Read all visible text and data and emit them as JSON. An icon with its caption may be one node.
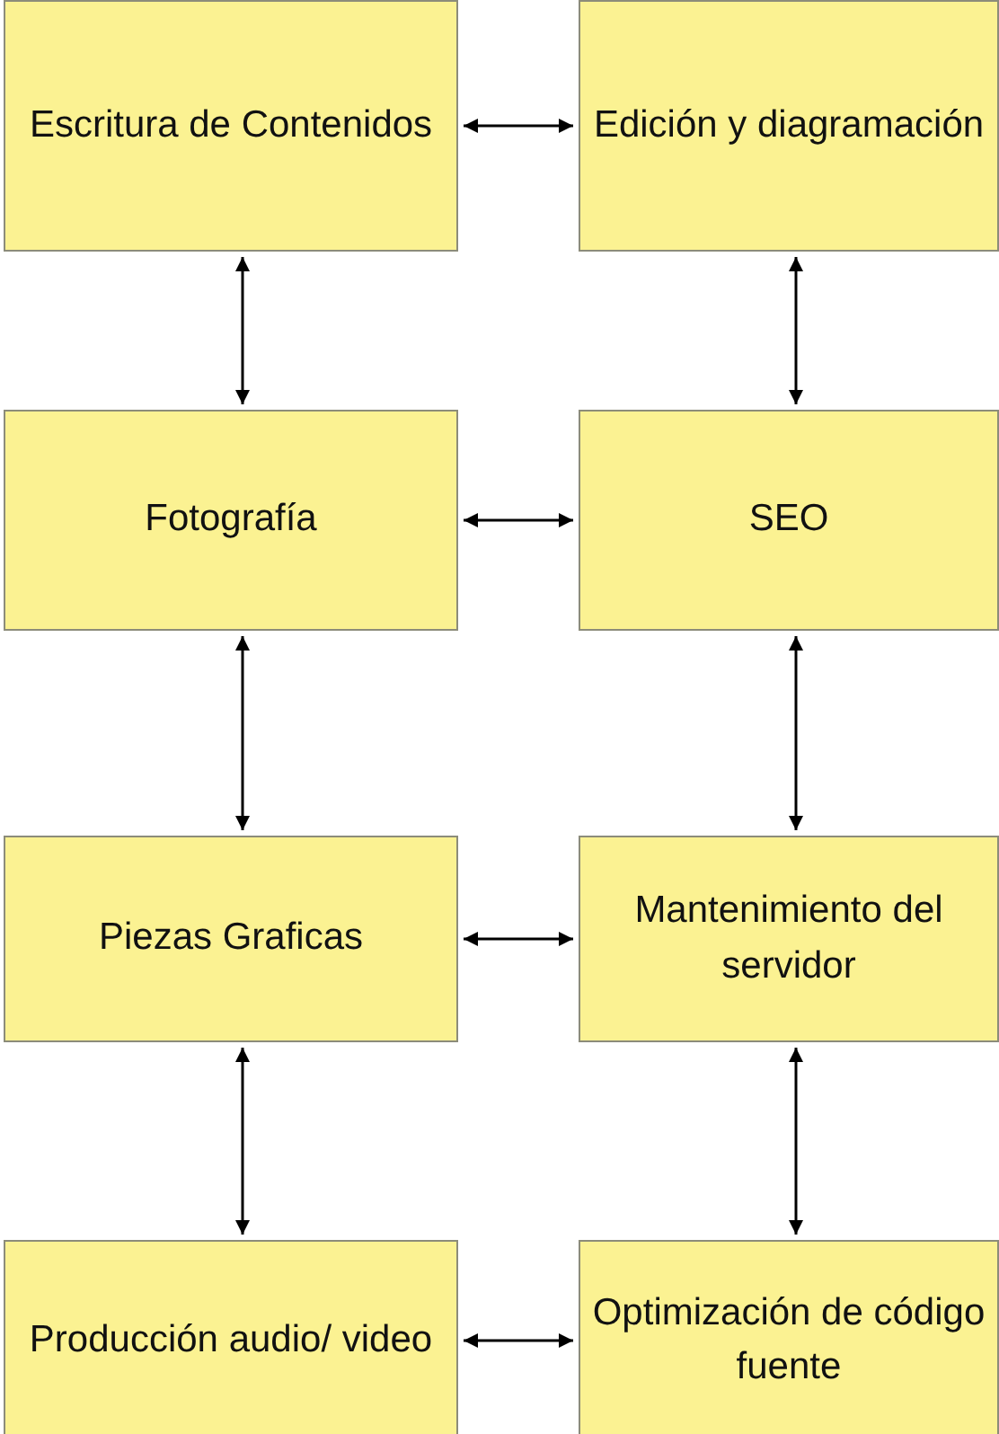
{
  "diagram": {
    "nodes": [
      {
        "text": [
          "Escritura de Contenidos"
        ]
      },
      {
        "text": [
          "Edición y diagramación"
        ]
      },
      {
        "text": [
          "Fotografía"
        ]
      },
      {
        "text": [
          "SEO"
        ]
      },
      {
        "text": [
          "Piezas Graficas"
        ]
      },
      {
        "text": [
          "Mantenimiento del servidor"
        ]
      },
      {
        "text": [
          "Producción audio/ video"
        ]
      },
      {
        "text": [
          "Optimización de código fuente"
        ]
      }
    ],
    "edges": [
      {
        "from": 0,
        "to": 1,
        "arrow": "both"
      },
      {
        "from": 0,
        "to": 2,
        "arrow": "both"
      },
      {
        "from": 1,
        "to": 3,
        "arrow": "both"
      },
      {
        "from": 2,
        "to": 3,
        "arrow": "both"
      },
      {
        "from": 2,
        "to": 4,
        "arrow": "both"
      },
      {
        "from": 3,
        "to": 5,
        "arrow": "both"
      },
      {
        "from": 4,
        "to": 5,
        "arrow": "both"
      },
      {
        "from": 4,
        "to": 6,
        "arrow": "both"
      },
      {
        "from": 5,
        "to": 7,
        "arrow": "both"
      },
      {
        "from": 6,
        "to": 7,
        "arrow": "both"
      }
    ]
  }
}
